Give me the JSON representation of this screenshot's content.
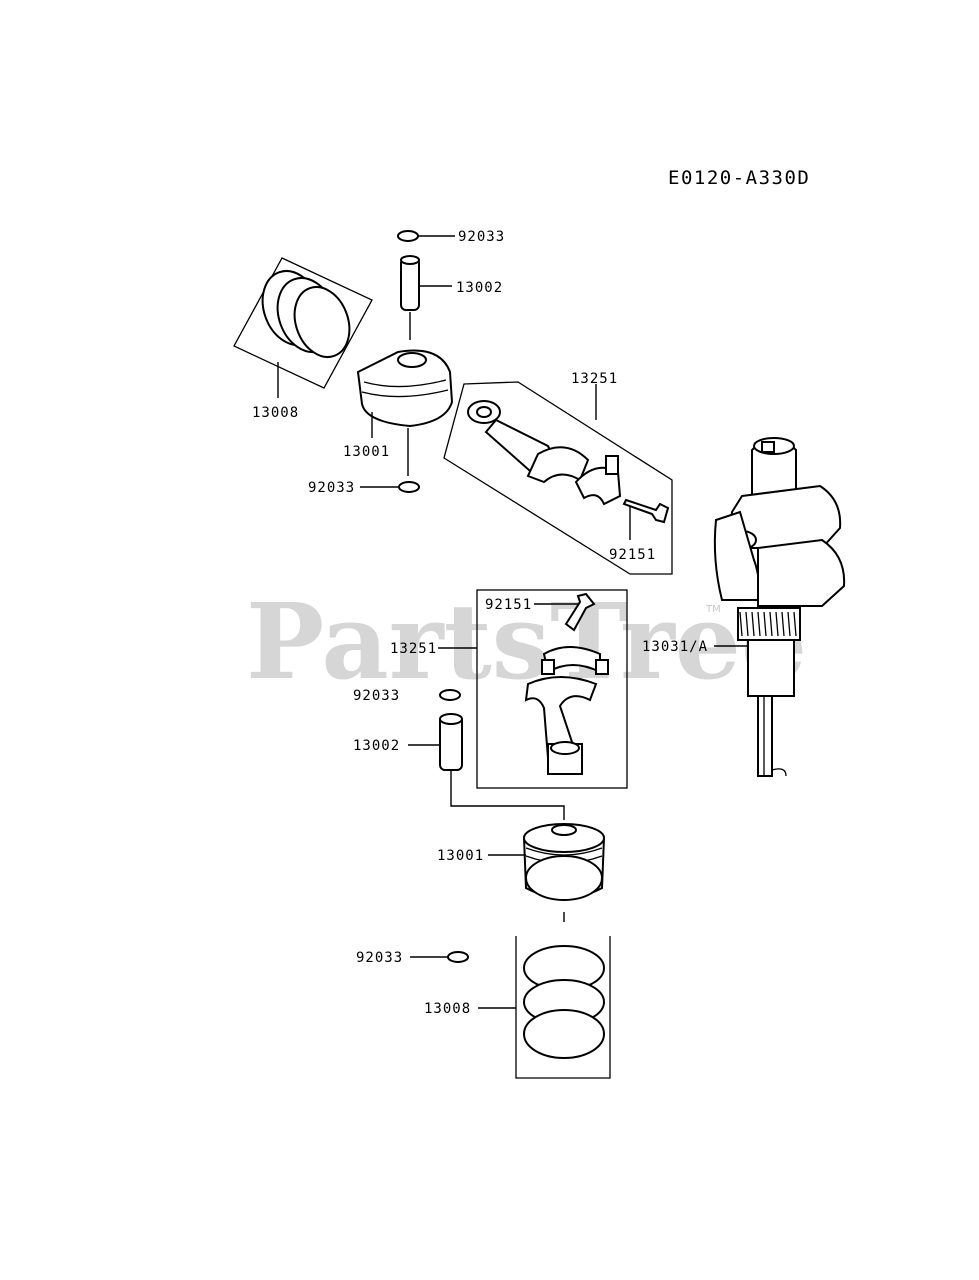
{
  "diagram_code": "E0120-A330D",
  "watermark": {
    "text": "PartsTree",
    "tm": "TM"
  },
  "labels": {
    "ring_clip_top": "92033",
    "piston_pin_top": "13002",
    "piston_rings_top": "13008",
    "piston_top": "13001",
    "ring_clip_top_lower": "92033",
    "con_rod_top": "13251",
    "con_rod_bolt_top": "92151",
    "con_rod_bolt_bottom": "92151",
    "con_rod_bottom": "13251",
    "crankshaft": "13031/A",
    "ring_clip_bottom_upper": "92033",
    "piston_pin_bottom": "13002",
    "piston_bottom": "13001",
    "ring_clip_bottom_lower": "92033",
    "piston_rings_bottom": "13008"
  }
}
